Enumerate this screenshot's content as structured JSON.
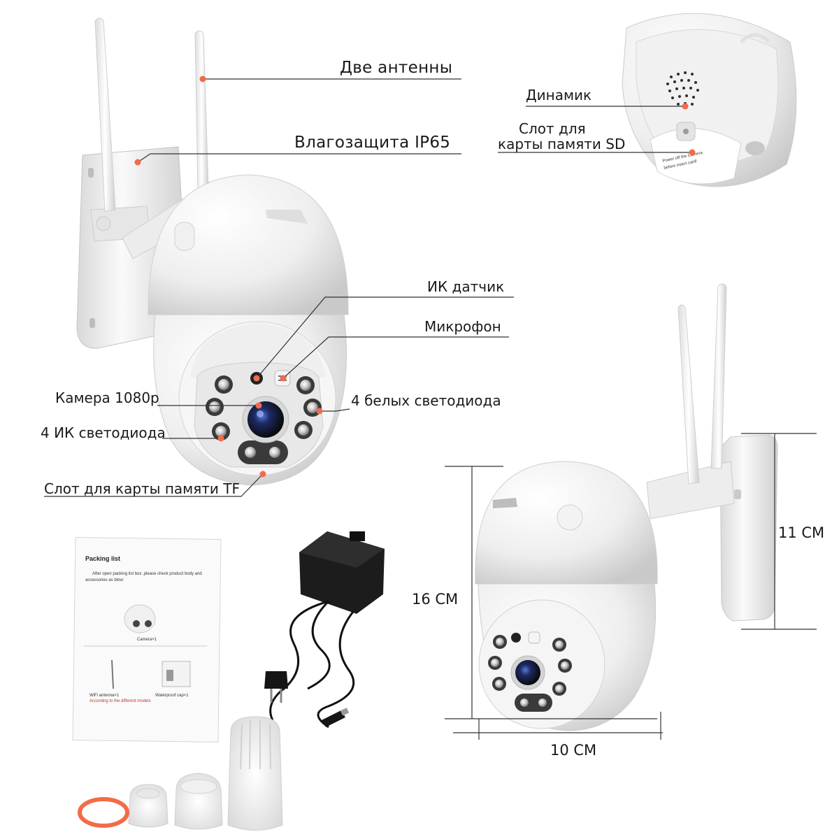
{
  "colors": {
    "accent": "#f26b4a",
    "line": "#333333",
    "camera_white": "#f4f4f4"
  },
  "callouts": {
    "antennas": "Две антенны",
    "waterproof": "Влагозащита IP65",
    "speaker": "Динамик",
    "sd_slot_line1": "Слот для",
    "sd_slot_line2": "карты памяти SD",
    "ir_sensor": "ИК датчик",
    "microphone": "Микрофон",
    "camera": "Камера 1080p",
    "white_leds": "4 белых светодиода",
    "ir_leds": "4 ИК светодиода",
    "tf_slot": "Слот для карты памяти TF"
  },
  "dimensions": {
    "height": "16 CM",
    "bracket": "11 CM",
    "width": "10 CM"
  },
  "manual": {
    "title": "Packing list",
    "intro_line1": "After open packing list box ,please check product body and",
    "intro_line2": "accessories as blow:",
    "camera_caption": "Camera×1",
    "antenna_caption": "WiFi antenna×1",
    "models_note": "According to the different models",
    "cap_caption": "Waterproof cap×1"
  },
  "sticker": {
    "line1": "Power off the Camera",
    "line2": "before insert card!"
  },
  "icons": [
    "antenna-icon",
    "dome-camera-icon",
    "power-adapter-icon",
    "waterproof-cap-icon",
    "o-ring-icon"
  ]
}
